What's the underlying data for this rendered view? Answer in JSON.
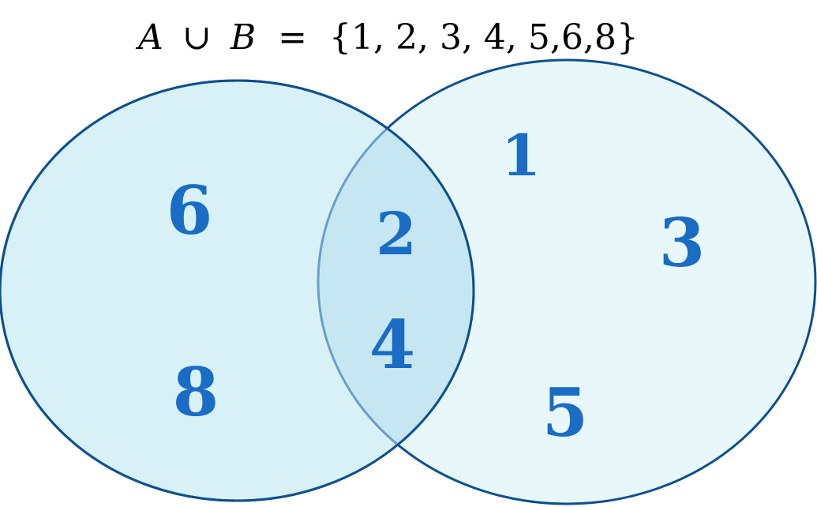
{
  "title": {
    "set_a": "A",
    "union_symbol": "∪",
    "set_b": "B",
    "equals": "=",
    "members": "{1, 2, 3, 4, 5,6,8}"
  },
  "sets": {
    "a_only": [
      "6",
      "8"
    ],
    "intersection": [
      "2",
      "4"
    ],
    "b_only": [
      "1",
      "3",
      "5"
    ]
  },
  "colors": {
    "circle_a_fill": "#d8f1f7",
    "circle_b_fill": "#e8f8fa",
    "intersection_fill": "#c6e7f1",
    "outline": "#0e4f8f",
    "number": "#1a6cc4"
  }
}
